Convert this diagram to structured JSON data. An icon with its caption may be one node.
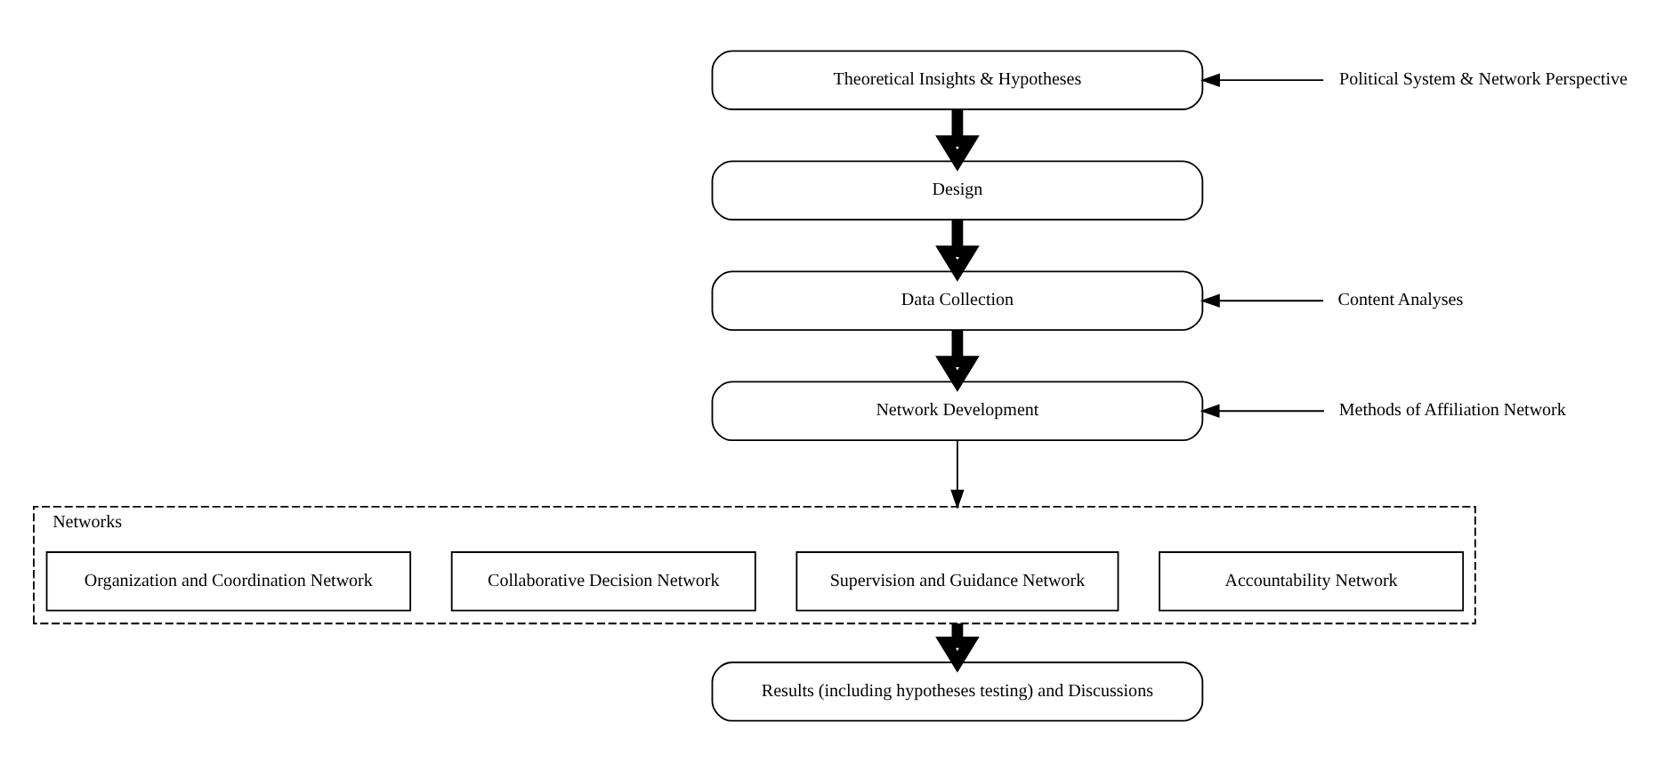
{
  "diagram": {
    "nodes": [
      {
        "text": [
          "Theoretical Insights & Hypotheses"
        ]
      },
      {
        "text": [
          "Design"
        ]
      },
      {
        "text": [
          "Data Collection"
        ]
      },
      {
        "text": [
          "Network Development"
        ]
      },
      {
        "text": [
          "Networks"
        ]
      },
      {
        "text": [
          "Organization and Coordination Network"
        ],
        "in": 4
      },
      {
        "text": [
          "Collaborative Decision Network"
        ],
        "in": 4
      },
      {
        "text": [
          "Supervision and Guidance Network"
        ],
        "in": 4
      },
      {
        "text": [
          "Accountability Network"
        ],
        "in": 4
      },
      {
        "text": [
          "Results (including hypotheses testing) and Discussions"
        ]
      },
      {
        "text": [
          "Political System & Network Perspective"
        ]
      },
      {
        "text": [
          "Content Analyses"
        ]
      },
      {
        "text": [
          "Methods of Affiliation Network"
        ]
      }
    ],
    "edges": [
      {
        "from": 0,
        "to": 1,
        "arrow": "to",
        "style": "thick"
      },
      {
        "from": 1,
        "to": 2,
        "arrow": "to",
        "style": "thick"
      },
      {
        "from": 2,
        "to": 3,
        "arrow": "to",
        "style": "thick"
      },
      {
        "from": 3,
        "to": 4,
        "arrow": "to"
      },
      {
        "from": 4,
        "to": 9,
        "arrow": "to",
        "style": "thick"
      },
      {
        "from": 10,
        "to": 0,
        "arrow": "to"
      },
      {
        "from": 11,
        "to": 2,
        "arrow": "to"
      },
      {
        "from": 12,
        "to": 3,
        "arrow": "to"
      }
    ]
  }
}
